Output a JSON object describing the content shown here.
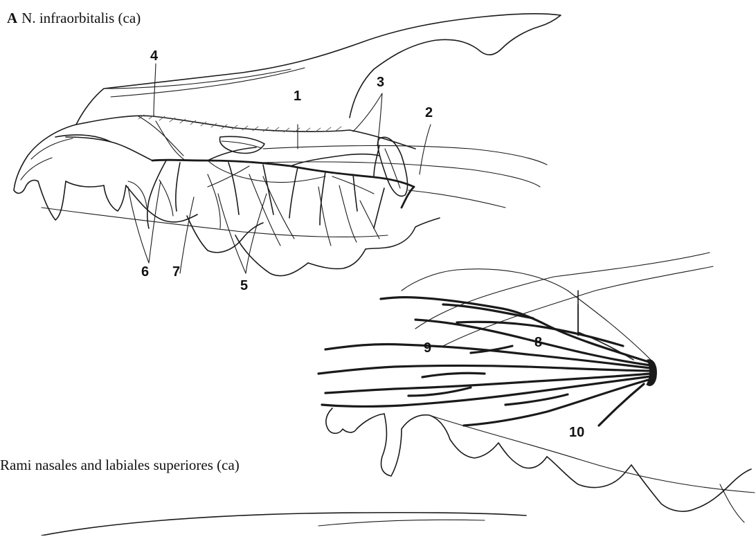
{
  "figure": {
    "caption_a_letter": "A",
    "caption_a_text": "N. infraorbitalis (ca)",
    "caption_b_text": "Rami nasales and labiales superiores (ca)",
    "labels": [
      "1",
      "2",
      "3",
      "4",
      "5",
      "6",
      "7",
      "8",
      "9",
      "10"
    ]
  }
}
